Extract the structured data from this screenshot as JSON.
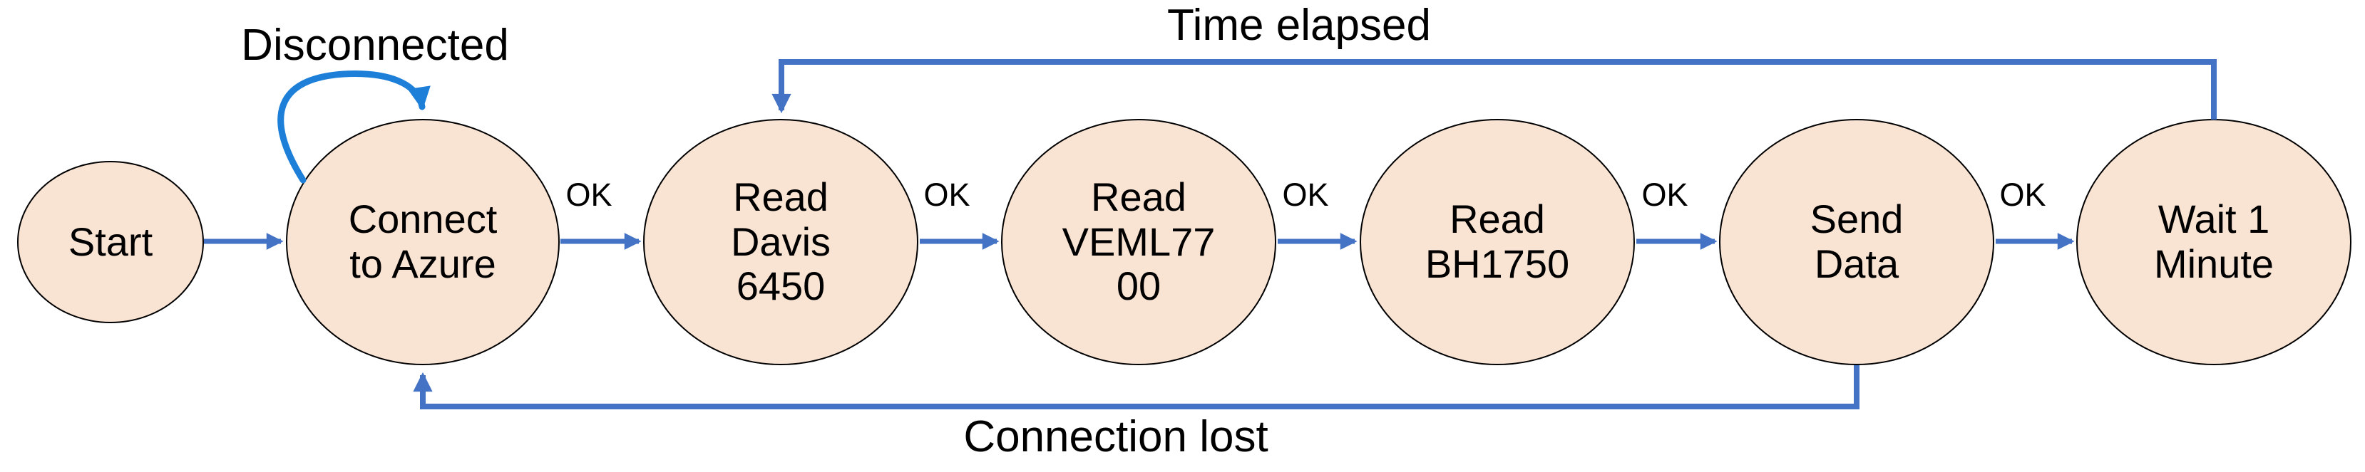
{
  "diagram": {
    "states": [
      {
        "id": "start",
        "label": "Start"
      },
      {
        "id": "connect-to-azure",
        "label": "Connect\nto Azure"
      },
      {
        "id": "read-davis-6450",
        "label": "Read\nDavis\n6450"
      },
      {
        "id": "read-veml7700",
        "label": "Read\nVEML77\n00"
      },
      {
        "id": "read-bh1750",
        "label": "Read\nBH1750"
      },
      {
        "id": "send-data",
        "label": "Send\nData"
      },
      {
        "id": "wait-1-minute",
        "label": "Wait 1\nMinute"
      }
    ],
    "transitions": [
      {
        "from": "start",
        "to": "connect-to-azure",
        "label": ""
      },
      {
        "from": "connect-to-azure",
        "to": "connect-to-azure",
        "label": "Disconnected"
      },
      {
        "from": "connect-to-azure",
        "to": "read-davis-6450",
        "label": "OK"
      },
      {
        "from": "read-davis-6450",
        "to": "read-veml7700",
        "label": "OK"
      },
      {
        "from": "read-veml7700",
        "to": "read-bh1750",
        "label": "OK"
      },
      {
        "from": "read-bh1750",
        "to": "send-data",
        "label": "OK"
      },
      {
        "from": "send-data",
        "to": "wait-1-minute",
        "label": "OK"
      },
      {
        "from": "wait-1-minute",
        "to": "read-davis-6450",
        "label": "Time elapsed"
      },
      {
        "from": "send-data",
        "to": "connect-to-azure",
        "label": "Connection lost"
      }
    ],
    "colors": {
      "background": "#ffffff",
      "state_fill": "#f9e3d3",
      "state_stroke": "#000000",
      "connector": "#4472c4",
      "self_loop": "#1d7fd8",
      "label_text": "#000000"
    }
  }
}
